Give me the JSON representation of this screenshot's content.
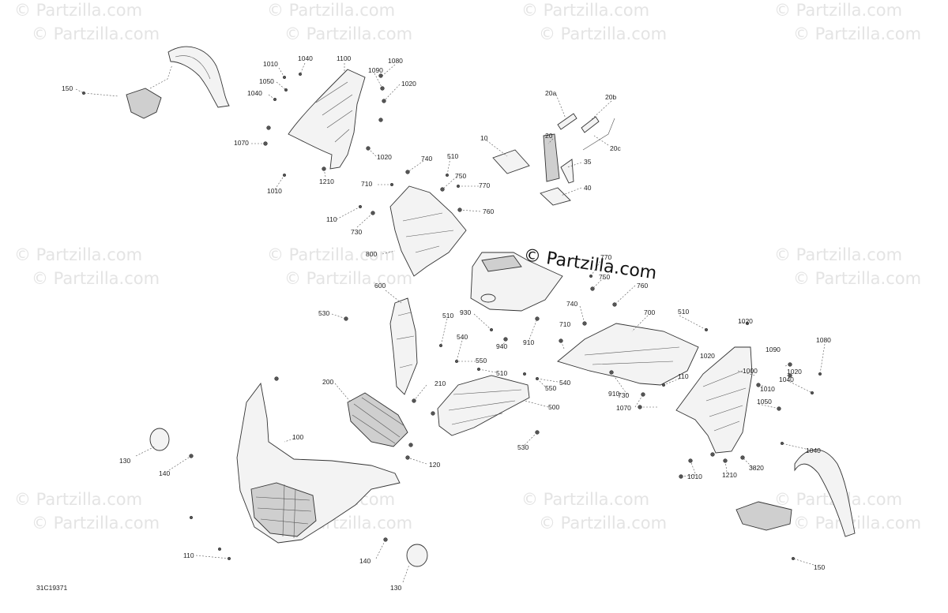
{
  "watermark": "© Partzilla.com",
  "center_watermark": "© Partzilla.com",
  "diagram_code": "31C19371",
  "callouts": [
    "150",
    "1010",
    "1040",
    "1100",
    "1080",
    "1090",
    "1020",
    "1050",
    "1040",
    "1070",
    "1020",
    "1010",
    "1210",
    "20a",
    "20b",
    "20",
    "10",
    "20c",
    "35",
    "40",
    "740",
    "510",
    "710",
    "750",
    "770",
    "110",
    "760",
    "730",
    "800",
    "770",
    "750",
    "760",
    "600",
    "530",
    "510",
    "930",
    "940",
    "910",
    "740",
    "710",
    "700",
    "510",
    "540",
    "550",
    "510",
    "200",
    "210",
    "550",
    "540",
    "500",
    "530",
    "100",
    "130",
    "140",
    "120",
    "110",
    "140",
    "130",
    "1020",
    "1000",
    "1090",
    "1080",
    "1020",
    "1020",
    "1040",
    "1010",
    "1050",
    "110",
    "910",
    "730",
    "1070",
    "1040",
    "1010",
    "1210",
    "3820",
    "150"
  ]
}
